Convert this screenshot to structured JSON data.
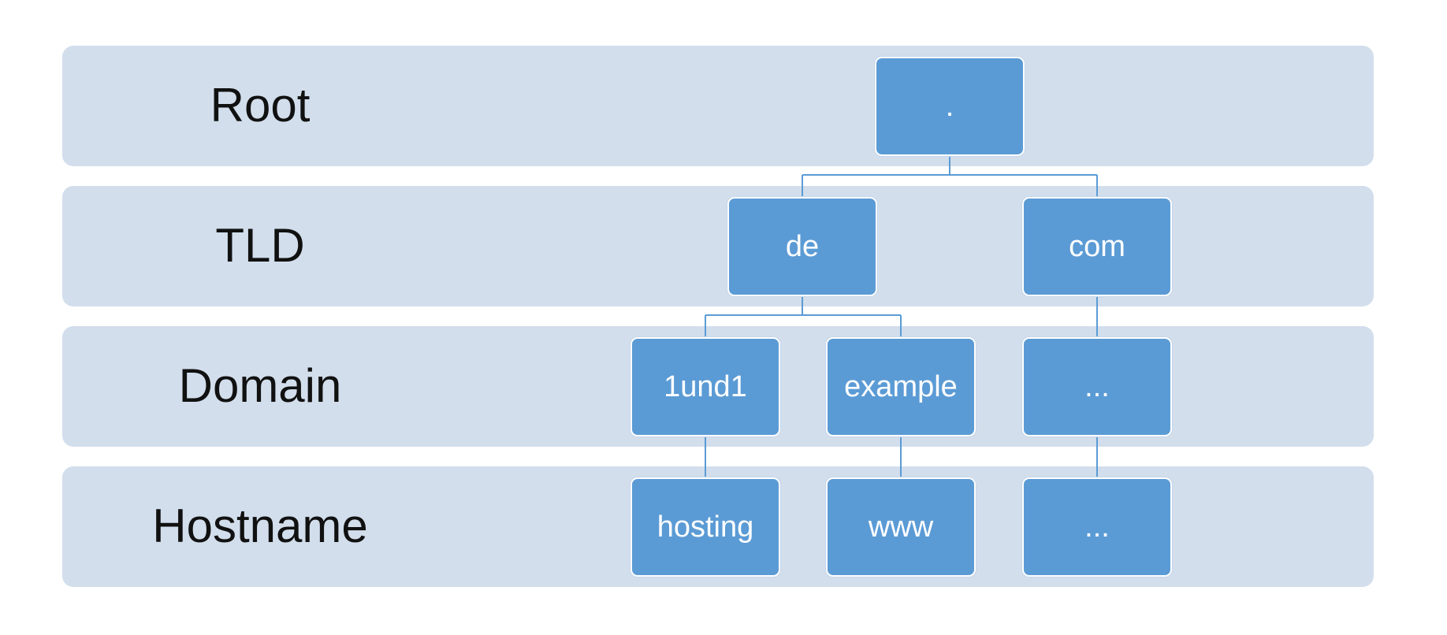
{
  "levels": [
    {
      "label": "Root"
    },
    {
      "label": "TLD"
    },
    {
      "label": "Domain"
    },
    {
      "label": "Hostname"
    }
  ],
  "nodes": {
    "root": ".",
    "de": "de",
    "com": "com",
    "oneundone": "1und1",
    "example": "example",
    "com_domain": "...",
    "hosting": "hosting",
    "www": "www",
    "com_host": "..."
  },
  "colors": {
    "band": "#d2deec",
    "node": "#5b9bd5",
    "connector": "#5b9bd5"
  }
}
